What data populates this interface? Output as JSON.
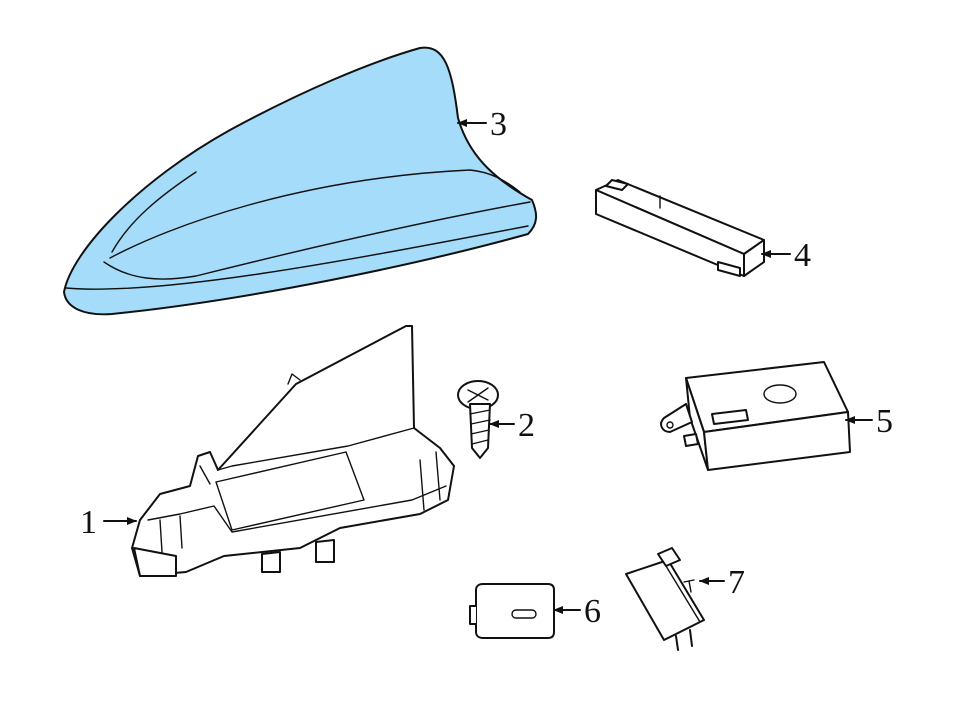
{
  "colors": {
    "highlight": "#a4dcf9",
    "line": "#111111",
    "background": "#ffffff"
  },
  "callouts": [
    {
      "id": "1",
      "label": "1"
    },
    {
      "id": "2",
      "label": "2"
    },
    {
      "id": "3",
      "label": "3"
    },
    {
      "id": "4",
      "label": "4"
    },
    {
      "id": "5",
      "label": "5"
    },
    {
      "id": "6",
      "label": "6"
    },
    {
      "id": "7",
      "label": "7"
    }
  ]
}
